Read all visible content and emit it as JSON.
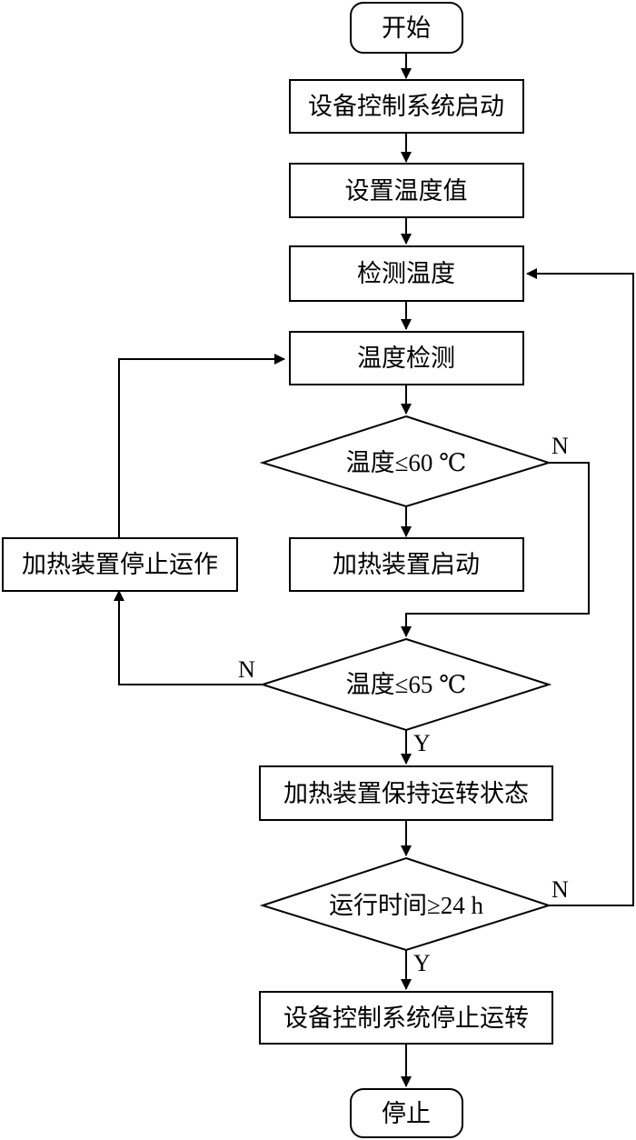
{
  "nodes": {
    "start": "开始",
    "boot": "设备控制系统启动",
    "set_temp": "设置温度值",
    "detect_temp": "检测温度",
    "temp_check": "温度检测",
    "cond_60": "温度≤60 ℃",
    "heater_on": "加热装置启动",
    "heater_stop": "加热装置停止运作",
    "cond_65": "温度≤65 ℃",
    "heater_keep": "加热装置保持运转状态",
    "cond_24h": "运行时间≥24 h",
    "system_stop": "设备控制系统停止运转",
    "end": "停止"
  },
  "branch_labels": {
    "cond_60_no": "N",
    "cond_65_no": "N",
    "cond_65_yes": "Y",
    "cond_24h_no": "N",
    "cond_24h_yes": "Y"
  }
}
